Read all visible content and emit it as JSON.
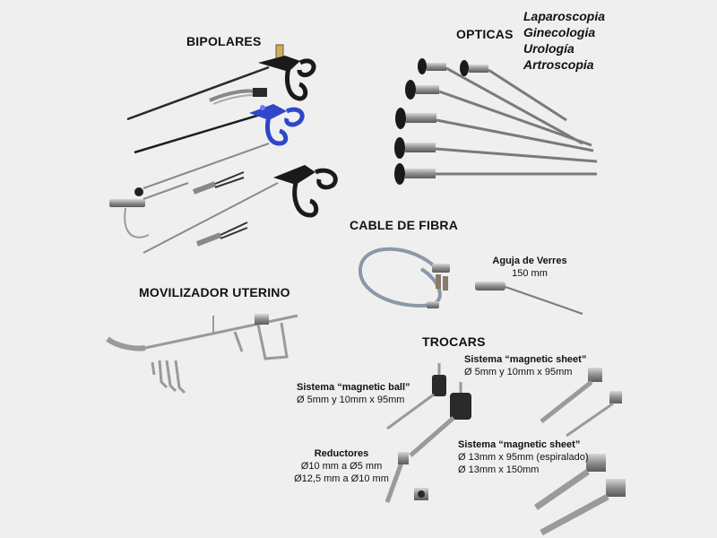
{
  "sections": {
    "bipolares": "BIPOLARES",
    "opticas": "OPTICAS",
    "cable_fibra": "CABLE DE FIBRA",
    "movilizador": "MOVILIZADOR UTERINO",
    "trocars": "TROCARS"
  },
  "opticas_uses": [
    "Laparoscopia",
    "Ginecologia",
    "Urología",
    "Artroscopia"
  ],
  "aguja": {
    "title": "Aguja de Verres",
    "spec": "150 mm"
  },
  "magnetic_ball": {
    "title": "Sistema “magnetic ball”",
    "spec": "Ø 5mm y 10mm x 95mm"
  },
  "magnetic_sheet_1": {
    "title": "Sistema “magnetic sheet”",
    "spec": "Ø 5mm y 10mm x 95mm"
  },
  "magnetic_sheet_2": {
    "title": "Sistema “magnetic sheet”",
    "spec1": "Ø 13mm x 95mm (espiralado)",
    "spec2": "Ø 13mm x 150mm"
  },
  "reductores": {
    "title": "Reductores",
    "spec1": "Ø10 mm a Ø5 mm",
    "spec2": "Ø12,5 mm a Ø10 mm"
  },
  "colors": {
    "background": "#efefef",
    "metal": "#9a9a9a",
    "dark": "#1a1a1a",
    "blue": "#2f46c8",
    "cable": "#8b98a8"
  }
}
